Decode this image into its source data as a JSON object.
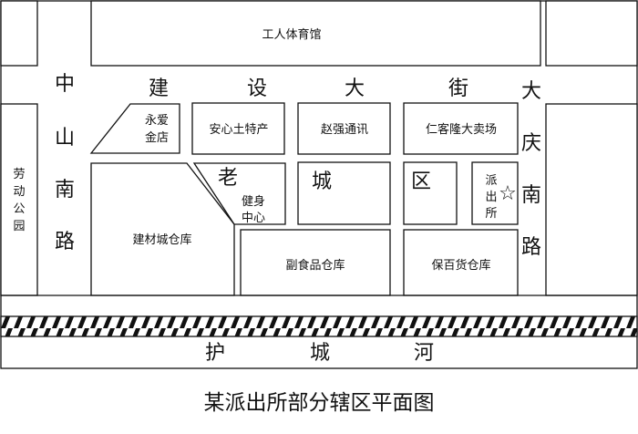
{
  "title": "某派出所部分辖区平面图",
  "roads": {
    "top_street": [
      "建",
      "设",
      "大",
      "街"
    ],
    "left_road": [
      "中",
      "山",
      "南",
      "路"
    ],
    "right_road": [
      "大",
      "庆",
      "南",
      "路"
    ],
    "river": [
      "护",
      "城",
      "河"
    ]
  },
  "district": [
    "老",
    "城",
    "区"
  ],
  "buildings": {
    "gym_top": "工人体育馆",
    "labor_park": [
      "劳",
      "动",
      "公",
      "园"
    ],
    "jewelry": [
      "永爱",
      "金店"
    ],
    "specialty": "安心土特产",
    "telecom": "赵强通讯",
    "market": "仁客隆大卖场",
    "fitness": [
      "健身",
      "中心"
    ],
    "police": [
      "派",
      "出",
      "所"
    ],
    "building_materials": "建材城仓库",
    "food_warehouse": "副食品仓库",
    "general_warehouse": "保百货仓库"
  },
  "police_marker": "star-icon"
}
